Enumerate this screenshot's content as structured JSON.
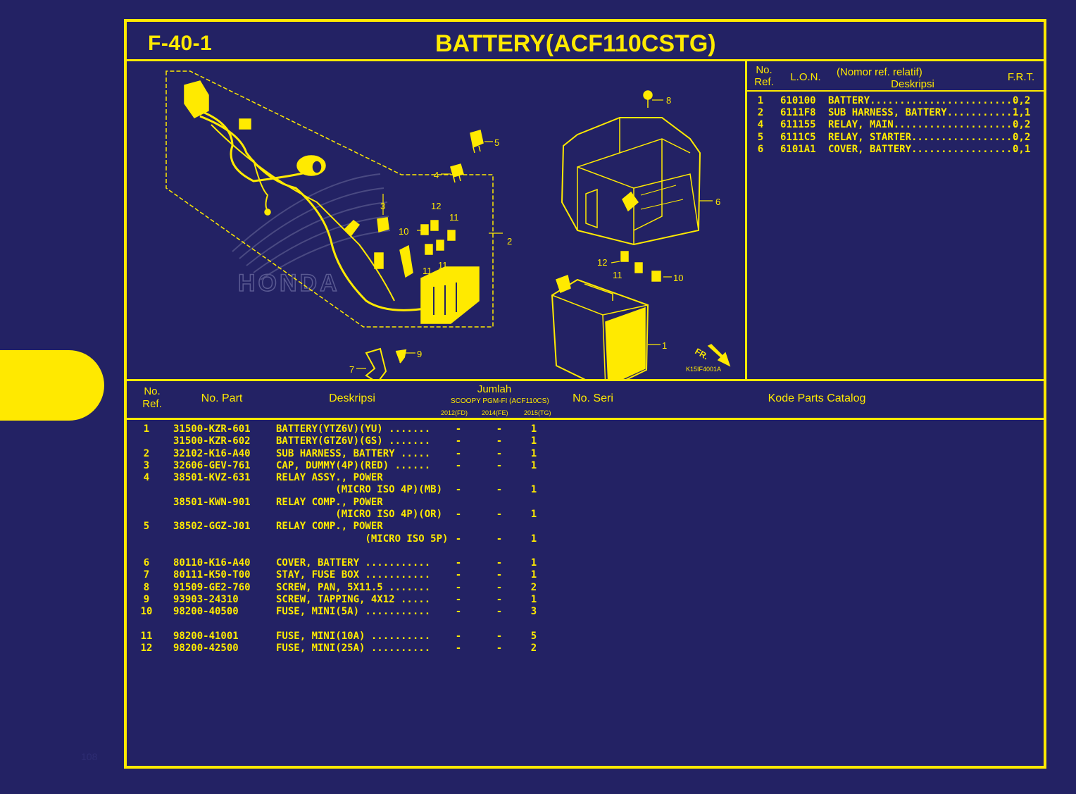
{
  "page": {
    "page_number": "108"
  },
  "header": {
    "code": "F-40-1",
    "title": "BATTERY(ACF110CSTG)"
  },
  "lon_table": {
    "headers": {
      "no": "No.",
      "ref": "Ref.",
      "lon": "L.O.N.",
      "nomor": "(Nomor ref. relatif)",
      "deskripsi": "Deskripsi",
      "frt": "F.R.T."
    },
    "rows": [
      {
        "ref": "1",
        "lon": "610100",
        "desc": "BATTERY.........................",
        "frt": "0,2"
      },
      {
        "ref": "2",
        "lon": "6111F8",
        "desc": "SUB HARNESS, BATTERY............",
        "frt": "1,1"
      },
      {
        "ref": "4",
        "lon": "611155",
        "desc": "RELAY, MAIN.....................",
        "frt": "0,2"
      },
      {
        "ref": "5",
        "lon": "6111C5",
        "desc": "RELAY, STARTER..................",
        "frt": "0,2"
      },
      {
        "ref": "6",
        "lon": "6101A1",
        "desc": "COVER, BATTERY..................",
        "frt": "0,1"
      }
    ]
  },
  "diagram": {
    "code": "K15IF4001A",
    "watermark": "HONDA",
    "fr_label": "FR.",
    "callouts": [
      "1",
      "2",
      "3",
      "4",
      "5",
      "6",
      "7",
      "8",
      "9",
      "10",
      "11",
      "12"
    ]
  },
  "parts_table": {
    "headers": {
      "no": "No.",
      "ref": "Ref.",
      "part": "No. Part",
      "desc": "Deskripsi",
      "jumlah": "Jumlah",
      "model": "SCOOPY PGM-FI (ACF110CS)",
      "years": [
        "2012(FD)",
        "2014(FE)",
        "2015(TG)"
      ],
      "seri": "No. Seri",
      "kode": "Kode Parts Catalog"
    },
    "rows": [
      {
        "ref": "1",
        "part": "31500-KZR-601",
        "desc": "BATTERY(YTZ6V)(YU) .......",
        "q1": "-",
        "q2": "-",
        "q3": "1"
      },
      {
        "ref": "",
        "part": "31500-KZR-602",
        "desc": "BATTERY(GTZ6V)(GS) .......",
        "q1": "-",
        "q2": "-",
        "q3": "1"
      },
      {
        "ref": "2",
        "part": "32102-K16-A40",
        "desc": "SUB HARNESS, BATTERY .....",
        "q1": "-",
        "q2": "-",
        "q3": "1"
      },
      {
        "ref": "3",
        "part": "32606-GEV-761",
        "desc": "CAP, DUMMY(4P)(RED) ......",
        "q1": "-",
        "q2": "-",
        "q3": "1"
      },
      {
        "ref": "4",
        "part": "38501-KVZ-631",
        "desc": "RELAY ASSY., POWER",
        "q1": "",
        "q2": "",
        "q3": ""
      },
      {
        "ref": "",
        "part": "",
        "desc": "          (MICRO ISO 4P)(MB)",
        "q1": "-",
        "q2": "-",
        "q3": "1"
      },
      {
        "ref": "",
        "part": "38501-KWN-901",
        "desc": "RELAY COMP., POWER",
        "q1": "",
        "q2": "",
        "q3": ""
      },
      {
        "ref": "",
        "part": "",
        "desc": "          (MICRO ISO 4P)(OR)",
        "q1": "-",
        "q2": "-",
        "q3": "1"
      },
      {
        "ref": "5",
        "part": "38502-GGZ-J01",
        "desc": "RELAY COMP., POWER",
        "q1": "",
        "q2": "",
        "q3": ""
      },
      {
        "ref": "",
        "part": "",
        "desc": "               (MICRO ISO 5P)",
        "q1": "-",
        "q2": "-",
        "q3": "1"
      },
      {
        "ref": "6",
        "part": "80110-K16-A40",
        "desc": "COVER, BATTERY ...........",
        "q1": "-",
        "q2": "-",
        "q3": "1"
      },
      {
        "ref": "7",
        "part": "80111-K50-T00",
        "desc": "STAY, FUSE BOX ...........",
        "q1": "-",
        "q2": "-",
        "q3": "1"
      },
      {
        "ref": "8",
        "part": "91509-GE2-760",
        "desc": "SCREW, PAN, 5X11.5 .......",
        "q1": "-",
        "q2": "-",
        "q3": "2"
      },
      {
        "ref": "9",
        "part": "93903-24310",
        "desc": "SCREW, TAPPING, 4X12 .....",
        "q1": "-",
        "q2": "-",
        "q3": "1"
      },
      {
        "ref": "10",
        "part": "98200-40500",
        "desc": "FUSE, MINI(5A) ...........",
        "q1": "-",
        "q2": "-",
        "q3": "3"
      },
      {
        "ref": "11",
        "part": "98200-41001",
        "desc": "FUSE, MINI(10A) ..........",
        "q1": "-",
        "q2": "-",
        "q3": "5"
      },
      {
        "ref": "12",
        "part": "98200-42500",
        "desc": "FUSE, MINI(25A) ..........",
        "q1": "-",
        "q2": "-",
        "q3": "2"
      }
    ]
  }
}
